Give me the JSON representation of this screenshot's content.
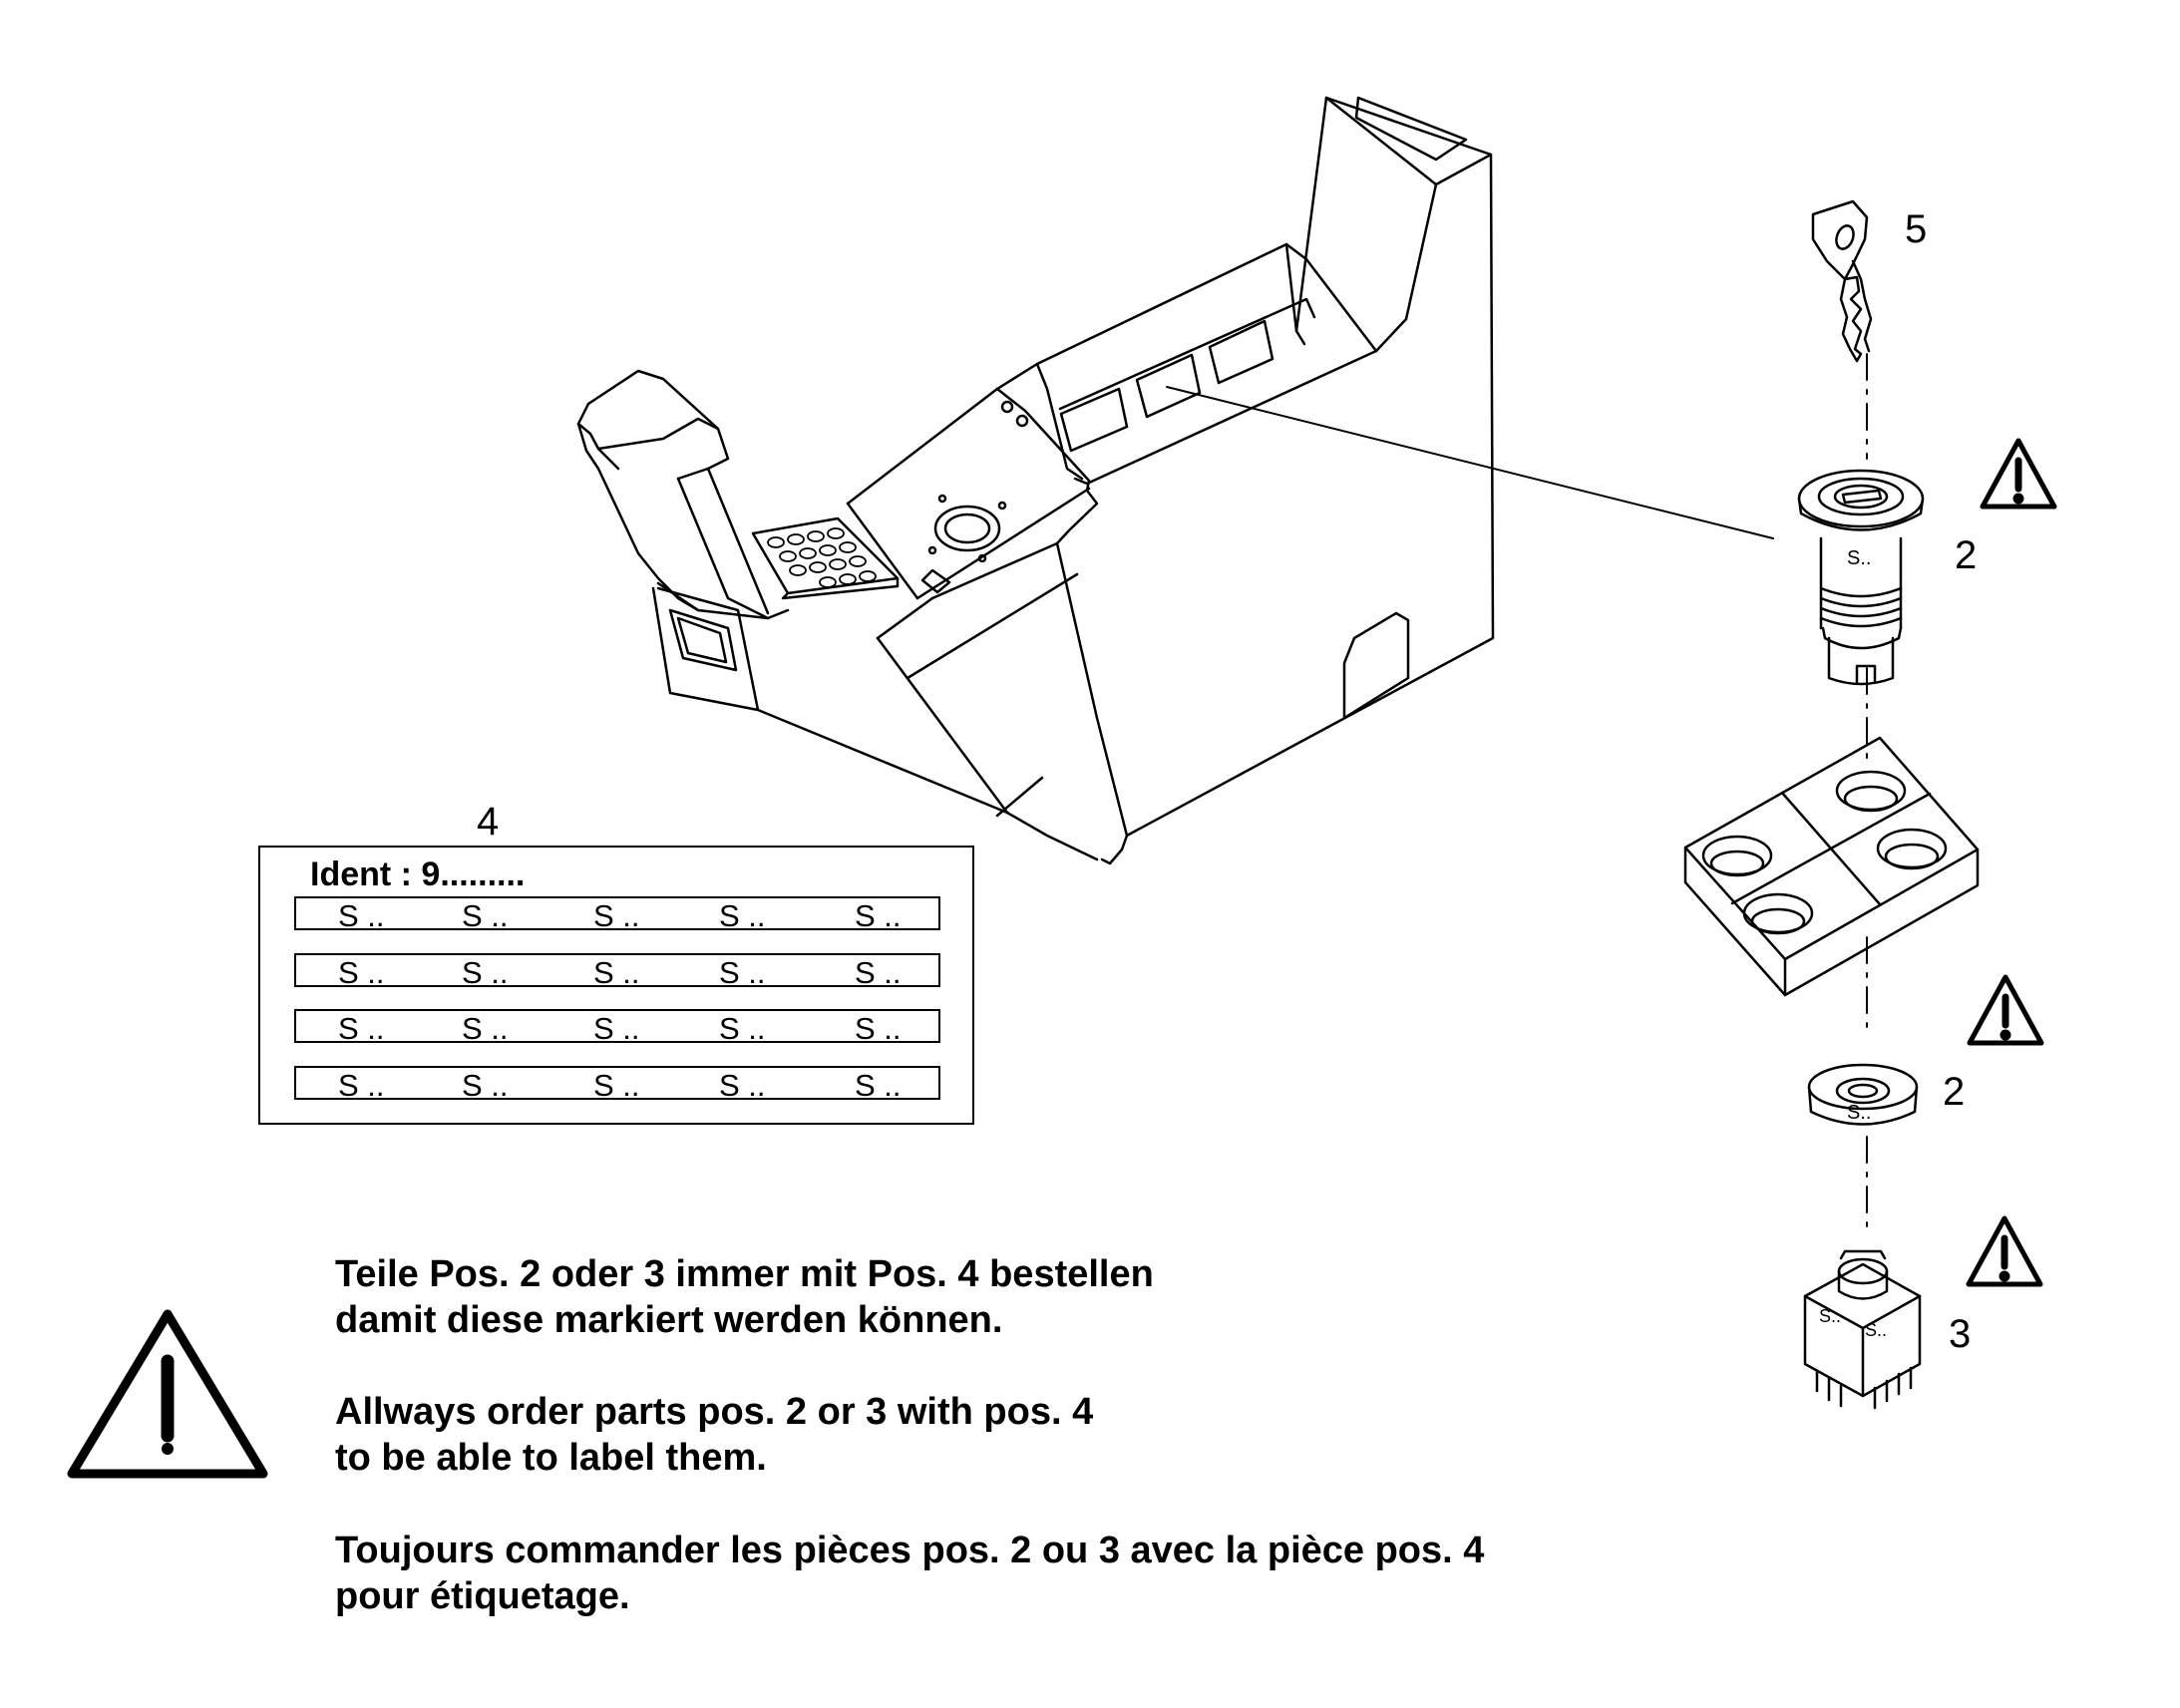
{
  "callouts": {
    "key": "5",
    "lock_upper": "2",
    "lock_ring": "2",
    "switch": "3",
    "label_card": "4"
  },
  "label_card": {
    "ident": "Ident : 9.........",
    "rows": [
      [
        "S ..",
        "S ..",
        "S ..",
        "S ..",
        "S .."
      ],
      [
        "S ..",
        "S ..",
        "S ..",
        "S ..",
        "S .."
      ],
      [
        "S ..",
        "S ..",
        "S ..",
        "S ..",
        "S .."
      ],
      [
        "S ..",
        "S ..",
        "S ..",
        "S ..",
        "S .."
      ]
    ]
  },
  "part_marks": {
    "lock": "S..",
    "ring": "S..",
    "switch_left": "S..",
    "switch_right": "S.."
  },
  "notes": {
    "de": [
      "Teile Pos. 2 oder 3 immer mit Pos. 4 bestellen",
      "damit diese markiert werden können."
    ],
    "en": [
      "Allways order parts pos. 2 or 3 with pos. 4",
      "to be able to label them."
    ],
    "fr": [
      "Toujours commander les pièces pos. 2 ou 3 avec la pièce pos. 4",
      "pour étiquetage."
    ]
  },
  "icons": [
    "warning-triangle-icon"
  ],
  "colors": {
    "line": "#000000",
    "background": "#ffffff"
  }
}
